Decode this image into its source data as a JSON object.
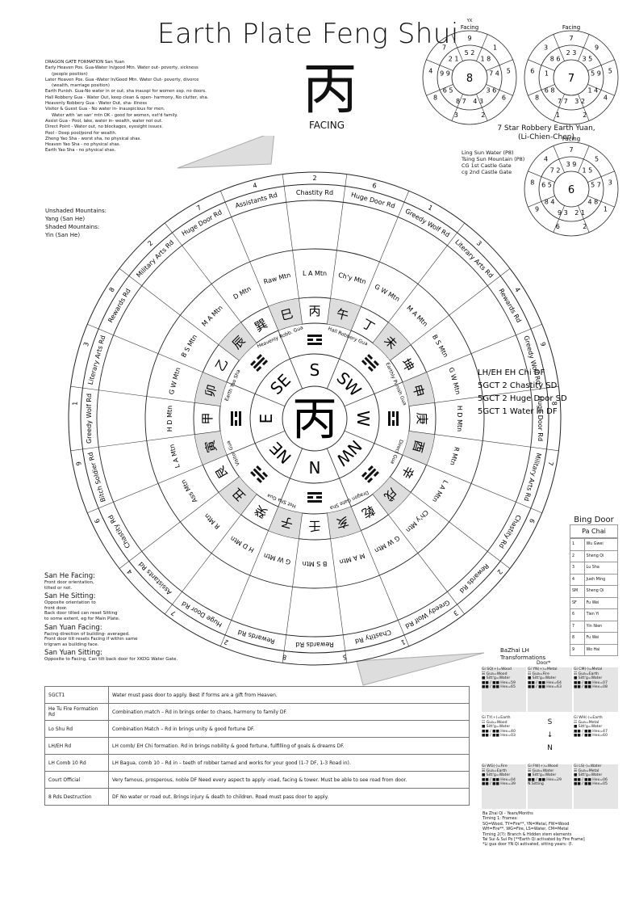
{
  "title": "Earth Plate Feng Shui",
  "center_glyph": "丙",
  "facing_caption": "FACING",
  "legend_lines": [
    "DRAGON GATE FORMATION San Yuan",
    "Early Heaven Pos. Gua-Water In/good Mtn. Water out- poverty, sickness",
    "(people position)",
    "Later Heaven Pos. Gua -Water In/Good Mtn. Water Out- poverty, divorce",
    "(wealth, marriage position)",
    "Earth Punish. Gua-No water in or out, sha inauspi for women esp. no doors.",
    "Hall Robbery Gua - Water Out, keep clean & open- harmony, No clutter, sha.",
    "Heavenly Robbery Gua - Water Out, sha- illness",
    "Visitor & Guest Gua - No water in- inauspicious for men.",
    "Water with 'an san' mtn OK - good for women, ext'd family.",
    "Assist Gua - Pool, lake, water in- wealth, water not out.",
    "Direct Point - Water out, no blockages, eyesight issues.",
    "Pool - Deep pool/pond for wealth.",
    "Zheng Yao Sha - worst sha, no physical shas.",
    "Heaven Yao Sha - no physical shas.",
    "Earth Yao Sha - no physical shas."
  ],
  "mountain_note": [
    "Unshaded Mountains:",
    "Yang (San He)",
    "Shaded Mountains:",
    "Yin (San He)"
  ],
  "ls_legend": [
    "Ling Sun Water (P8)",
    "Tsing Sun Mountain (P8)",
    "CG    1st Castle Gate",
    "cg    2nd Castle Gate"
  ],
  "seven_star": [
    "7 Star Robbery Earth Yuan,",
    "(Li-Chien-Chen)"
  ],
  "flying_star_charts": [
    {
      "label": "Facing",
      "sub": "YX",
      "center": "8",
      "cells": [
        "5 2",
        "1 8",
        "7 4",
        "3 6",
        "4 3",
        "8 7",
        "6 5",
        "9 9",
        "2 1"
      ],
      "outer": [
        "9",
        "1",
        "5",
        "6",
        "2",
        "3",
        "8",
        "4",
        "7"
      ]
    },
    {
      "label": "Facing",
      "sub": "",
      "center": "7",
      "cells": [
        "2 3",
        "3 5",
        "5 9",
        "1 4",
        "3 2",
        "7 7",
        "6 8",
        "1",
        "8 6"
      ],
      "outer": [
        "7",
        "9",
        "5",
        "4",
        "2",
        "1",
        "8",
        "6",
        "3"
      ]
    },
    {
      "label": "Facing",
      "sub": "",
      "center": "6",
      "cells": [
        "3 9",
        "1 5",
        "5 7",
        "4 8",
        "2 1",
        "9 3",
        "8 4",
        "6 5",
        "7 2"
      ],
      "outer": [
        "7",
        "5",
        "3",
        "1",
        "2",
        "6",
        "9",
        "8",
        "4"
      ]
    }
  ],
  "compass": {
    "center": "丙",
    "inner_dirs": [
      "S",
      "SW",
      "W",
      "NW",
      "N",
      "NE",
      "E",
      "SE"
    ],
    "mountains": [
      "丙",
      "午",
      "丁",
      "未",
      "坤",
      "申",
      "庚",
      "酉",
      "辛",
      "戌",
      "乾",
      "亥",
      "壬",
      "子",
      "癸",
      "丑",
      "艮",
      "寅",
      "甲",
      "卯",
      "乙",
      "辰",
      "巽",
      "巳"
    ],
    "outer_labels": [
      "Chastity Rd",
      "Huge Door Rd",
      "Greedy Wolf Rd",
      "Literary Arts Rd",
      "Rewards Rd",
      "Greedy Wolf Rd",
      "Huge Door Rd",
      "Military Arts Rd",
      "Chastity Rd",
      "Rewards Rd",
      "Greedy Wolf Rd",
      "Chastity Rd",
      "Rewards Rd",
      "Rewards Rd",
      "Huge Door Rd",
      "Assistants Rd",
      "Chastity Rd",
      "Bitch Soldier Rd",
      "Greedy Wolf Rd",
      "Literary Arts Rd",
      "Rewards Rd",
      "Military Arts Rd",
      "Huge Door Rd",
      "Assistants Rd"
    ],
    "ring_numbers": [
      "2",
      "6",
      "1",
      "3",
      "4",
      "9",
      "8",
      "7",
      "6",
      "2",
      "3",
      "1",
      "5",
      "8",
      "2",
      "7",
      "4",
      "6",
      "9",
      "1",
      "3",
      "8",
      "2",
      "7",
      "4"
    ],
    "ring2": [
      "L A Mtn",
      "Ch'y Mtn",
      "G W Mtn",
      "M A Mtn",
      "B S Mtn",
      "G W Mtn",
      "H D Mtn",
      "R Mtn",
      "L A Mtn",
      "Ch'y Mtn",
      "G W Mtn",
      "M A Mtn",
      "B S Mtn",
      "G W Mtn",
      "H D Mtn",
      "R Mtn",
      "Ass Mtn",
      "L A Mtn",
      "H D Mtn",
      "G W Mtn",
      "B S Mtn",
      "M A Mtn",
      "D Mtn",
      "Raw Mtn"
    ],
    "gua_labels": [
      "Hall Robbery Gua",
      "Earthly Punish Gua",
      "Direct Gua",
      "Dragon Gate Sha",
      "Hot Sha Gua",
      "Visitor Gua",
      "Earth Yao Sha",
      "Heavenly Robb. Gua"
    ],
    "right_side_labels": [
      "LH/EH EH Chi DF",
      "5GCT 2 Chastity SD",
      "5GCT 2 Huge Door SD",
      "5GCT 1 Water In DF"
    ]
  },
  "left_notes": [
    {
      "h": "San He Facing:",
      "t": [
        "Front door orientation,",
        "tilted or not."
      ]
    },
    {
      "h": "San He Sitting:",
      "t": [
        "Opposite orientation to",
        "front door.",
        "Back door tilted can reset Sitting",
        "to some extent, eg for Main Plate."
      ]
    },
    {
      "h": "San Yuan Facing:",
      "t": [
        "Facing direction of building- averaged.",
        "Front door tilt resets Facing if within same",
        "trigram as building face."
      ]
    },
    {
      "h": "San Yuan Sitting:",
      "t": [
        "Opposite to Facing. Can tilt back door for XKDG Water Gate."
      ]
    }
  ],
  "bing_door": {
    "title": "Bing Door",
    "sub": "Pa Chai",
    "rows": [
      [
        "1",
        "Wu Gwei"
      ],
      [
        "2",
        "Sheng Qi"
      ],
      [
        "3",
        "Lu Sha"
      ],
      [
        "4",
        "Jueh Ming"
      ],
      [
        "SM",
        "Sheng Qi"
      ],
      [
        "SF",
        "Fu Wei"
      ],
      [
        "6",
        "Tien Yi"
      ],
      [
        "7",
        "Yin Nien"
      ],
      [
        "8",
        "Fu Wei"
      ],
      [
        "9",
        "Wo Hai"
      ]
    ]
  },
  "bazhai_title": [
    "BaZhai LH",
    "Transformations"
  ],
  "door_label": "Door*",
  "door_cells": [
    {
      "l": [
        "Gi SQ(+)=Wood",
        "☵ Gua=Wood",
        "■ Sitt'g=Water",
        "■■ / ■■ Hex=59",
        "■■ / ■■ Hex=65"
      ],
      "w": false
    },
    {
      "l": [
        "Gi YN(+)=Metal",
        "☷ Gua=Fire",
        "■ Sitt'g=Water",
        "■■ / ■■ Hex=64",
        "■■ / ■■ Hex=63"
      ],
      "w": false
    },
    {
      "l": [
        "Gi CM(-)=Metal",
        "☷ Gua=Earth",
        "■ Sitt'g=Water",
        "■■ / ■■ Hex=07",
        "■■ / ■■ Hex=08"
      ],
      "w": false
    },
    {
      "l": [
        "Gi TY(+)=Earth",
        "☷ Gua=Wood",
        "■ Sitt'g=Water",
        "■■ / ■■ Hex=40",
        "■■ / ■■ Hex=03"
      ],
      "w": true
    },
    {
      "l": [
        "S",
        "↓",
        "N"
      ],
      "w": true,
      "compass": true
    },
    {
      "l": [
        "Gi WH(-)=Earth",
        "☷ Gua=Metal",
        "■ Sitt'g=Water",
        "■■ / ■■ Hex=47",
        "■■ / ■■ Hex=60"
      ],
      "w": true
    },
    {
      "l": [
        "Gi WG(-)=Fire",
        "☵ Gua=Earth",
        "■ Sitt'g=Water",
        "■■ / ■■ Hex=04",
        "■■ / ■■ Hex=39"
      ],
      "w": false
    },
    {
      "l": [
        "Gi FW(+)=Wood",
        "☵ Gua=Water",
        "■ Sitt'g=Water",
        "■■ / ■■ Hex=29",
        "N.Sitting"
      ],
      "w": false
    },
    {
      "l": [
        "Gi LS(-)=Water",
        "☵ Gua=Metal",
        "■ Sitt'g=Water",
        "■■ / ■■ Hex=06",
        "■■ / ■■ Hex=05"
      ],
      "w": false
    }
  ],
  "timing_lines": [
    "Ba Zhai Qi - Years/Months",
    "Timing 1: Frames:",
    "SQ=Wood, TY=Fire**, YN=Metal, FW=Wood",
    "WH=Fire**, WG=Fire, LS=Water, CM=Metal",
    "Timing 2(?): Branch & Hidden stem elements",
    "Tai Sui & Sui Po [**Earth Qi activated by Fire Frame]",
    "*Li gua door YN Qi activated, sitting years: 子."
  ],
  "formations": [
    [
      "5GCT1",
      "Water must pass door to apply. Best if forms are a gift from Heaven."
    ],
    [
      "He Tu Fire Formation Rd",
      "Combination match – Rd in brings order to chaos, harmony to family DF."
    ],
    [
      "Lo Shu Rd",
      "Combination Match – Rd in brings unity & good fortune DF."
    ],
    [
      "LH/EH Rd",
      "LH comb/ EH Chi formation. Rd in brings nobility & good fortune, fulfilling of goals & dreams DF."
    ],
    [
      "LH Comb 10 Rd",
      "LH Bagua, comb 10 – Rd in – teeth of robber tamed and works for your good (1-7 DF, 1-3 Road in)."
    ],
    [
      "Court Official",
      "Very famous, prosperous, noble DF Need every aspect to apply -road, facing & tower. Must be able to see road from door."
    ],
    [
      "8 Rds Destruction",
      "DF No water or road out. Brings injury & death to children. Road must pass door to apply."
    ]
  ]
}
